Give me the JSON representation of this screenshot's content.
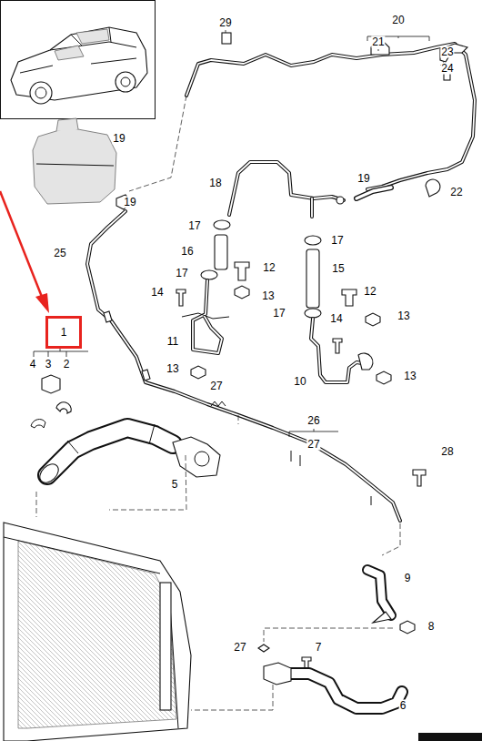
{
  "diagram": {
    "nodes": [
      {
        "text": [
          "1"
        ]
      }
    ],
    "labels": [
      "29",
      "20",
      "21",
      "23",
      "24",
      "19",
      "19",
      "18",
      "19",
      "22",
      "17",
      "17",
      "16",
      "12",
      "15",
      "17",
      "14",
      "13",
      "12",
      "17",
      "14",
      "13",
      "25",
      "11",
      "13",
      "27",
      "10",
      "13",
      "3",
      "2",
      "4",
      "26",
      "27",
      "28",
      "5",
      "9",
      "8",
      "27",
      "7",
      "6"
    ]
  }
}
